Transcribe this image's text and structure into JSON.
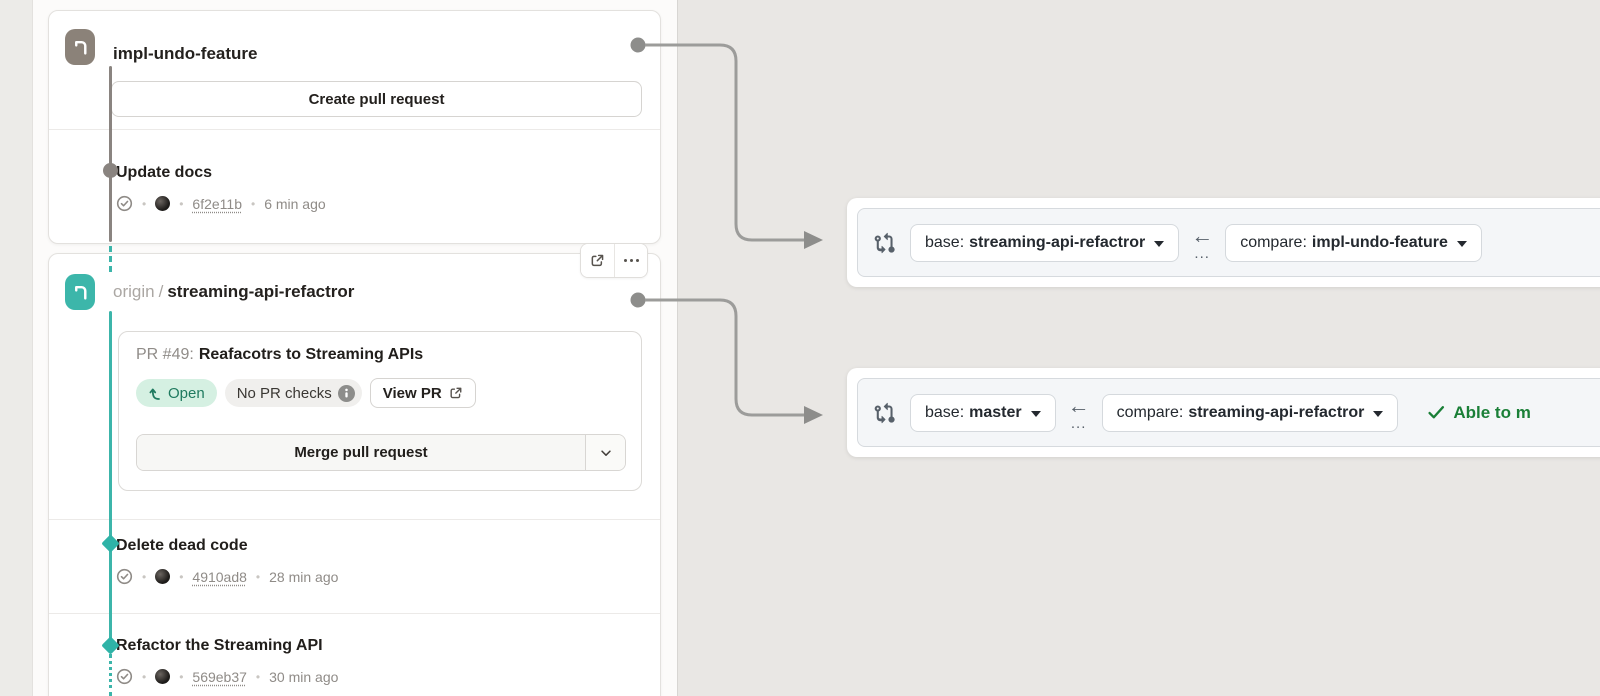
{
  "ui": {
    "dot": "•"
  },
  "cards": [
    {
      "branch": "impl-undo-feature",
      "create_pr_label": "Create pull request",
      "commits": [
        {
          "title": "Update docs",
          "hash": "6f2e11b",
          "time": "6 min ago"
        }
      ]
    },
    {
      "remote": "origin",
      "slash": "/",
      "branch": "streaming-api-refactror",
      "pr": {
        "number_label": "PR #49:",
        "title": "Reafacotrs to Streaming APIs",
        "open_label": "Open",
        "checks_label": "No PR checks",
        "view_pr_label": "View PR",
        "merge_label": "Merge pull request"
      },
      "commits": [
        {
          "title": "Delete dead code",
          "hash": "4910ad8",
          "time": "28 min ago"
        },
        {
          "title": "Refactor the Streaming API",
          "hash": "569eb37",
          "time": "30 min ago"
        }
      ]
    }
  ],
  "compare_bars": [
    {
      "base_prefix": "base:",
      "base_branch": "streaming-api-refactror",
      "arrow": "←",
      "ellipsis": "...",
      "compare_prefix": "compare:",
      "compare_branch": "impl-undo-feature",
      "status": ""
    },
    {
      "base_prefix": "base:",
      "base_branch": "master",
      "arrow": "←",
      "ellipsis": "...",
      "compare_prefix": "compare:",
      "compare_branch": "streaming-api-refactror",
      "status": "Able to m"
    }
  ],
  "colors": {
    "teal": "#3cb5aa",
    "branch_gray": "#8b8279",
    "status_green": "#1a7f37",
    "open_badge_bg": "#d5f0e2"
  }
}
